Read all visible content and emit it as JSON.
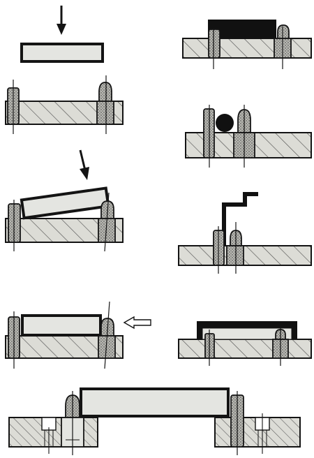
{
  "colors": {
    "ink": "#141414",
    "plate_fill": "#dcdcd6",
    "hatch": "#555555",
    "pin_fill": "#b9b9b3",
    "workpiece_fill": "#e4e5e1",
    "black_part": "#111111",
    "arrow_outline_fill": "#ffffff"
  },
  "figures": [
    {
      "name": "insert-workpiece-vertical",
      "icon": "arrow-down-icon"
    },
    {
      "name": "insert-workpiece-tilted",
      "icon": "arrow-down-icon"
    },
    {
      "name": "workpiece-pushed-against-spring-pin",
      "icon": "arrow-left-outline-icon"
    },
    {
      "name": "two-plates-on-pins",
      "icon": ""
    },
    {
      "name": "black-block-on-pins",
      "icon": ""
    },
    {
      "name": "ball-between-pins",
      "icon": ""
    },
    {
      "name": "hook-bracket-on-pins",
      "icon": ""
    },
    {
      "name": "channel-on-pins",
      "icon": ""
    }
  ]
}
